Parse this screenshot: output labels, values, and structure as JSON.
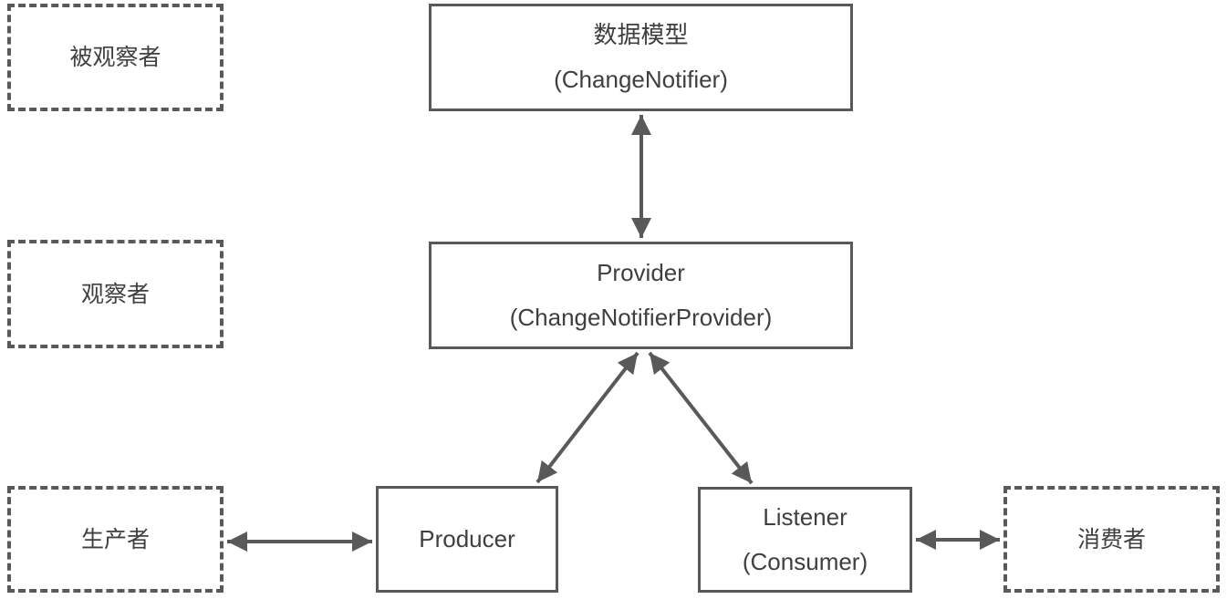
{
  "diagram": {
    "colors": {
      "line": "#595959",
      "text": "#3f3f3f",
      "background": "#ffffff"
    },
    "nodes": {
      "observable_role": {
        "label": "被观察者",
        "style": "dashed"
      },
      "data_model": {
        "title": "数据模型",
        "subtitle": "(ChangeNotifier)",
        "style": "solid"
      },
      "observer_role": {
        "label": "观察者",
        "style": "dashed"
      },
      "provider": {
        "title": "Provider",
        "subtitle": "(ChangeNotifierProvider)",
        "style": "solid"
      },
      "producer_role": {
        "label": "生产者",
        "style": "dashed"
      },
      "producer": {
        "title": "Producer",
        "style": "solid"
      },
      "listener": {
        "title": "Listener",
        "subtitle": "(Consumer)",
        "style": "solid"
      },
      "consumer_role": {
        "label": "消费者",
        "style": "dashed"
      }
    },
    "edges": [
      {
        "from": "data_model",
        "to": "provider",
        "direction": "bidirectional"
      },
      {
        "from": "provider",
        "to": "producer",
        "direction": "bidirectional"
      },
      {
        "from": "provider",
        "to": "listener",
        "direction": "bidirectional"
      },
      {
        "from": "producer_role",
        "to": "producer",
        "direction": "bidirectional"
      },
      {
        "from": "listener",
        "to": "consumer_role",
        "direction": "bidirectional"
      }
    ]
  }
}
